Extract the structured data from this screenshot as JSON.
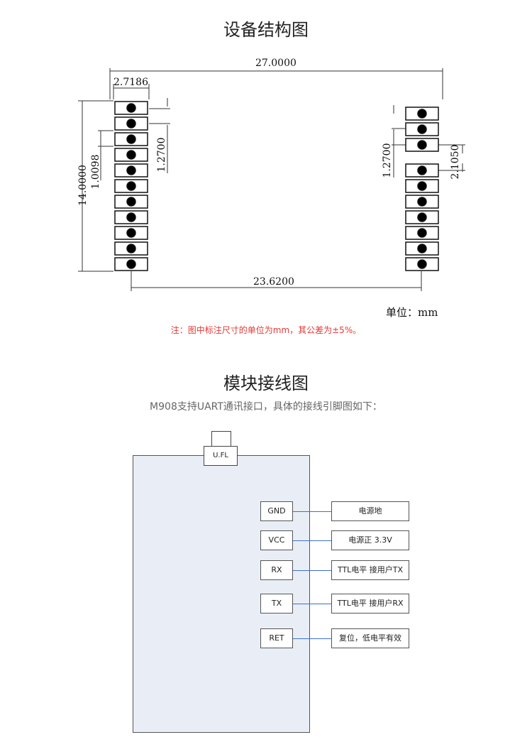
{
  "section1": {
    "title": "设备结构图"
  },
  "dimensions": {
    "width_top": "27.0000",
    "pin_offset": "2.7186",
    "height": "14.0000",
    "pitch_left": "1.0098",
    "pitch_mid": "1.2700",
    "pitch_right": "1.2700",
    "gap_right": "2.1050",
    "span_bottom": "23.6200"
  },
  "unit_label": "单位：mm",
  "note": "注：图中标注尺寸的单位为mm，其公差为±5%。",
  "section2": {
    "title": "模块接线图",
    "subtitle": "M908支持UART通讯接口，具体的接线引脚图如下："
  },
  "connector": {
    "label": "U.FL"
  },
  "pins": [
    {
      "name": "GND",
      "desc": "电源地"
    },
    {
      "name": "VCC",
      "desc": "电源正 3.3V"
    },
    {
      "name": "RX",
      "desc": "TTL电平 接用户TX"
    },
    {
      "name": "TX",
      "desc": "TTL电平 接用户RX"
    },
    {
      "name": "RET",
      "desc": "复位，低电平有效"
    }
  ],
  "colors": {
    "note": "#e53935",
    "wire": "#3f6fd0",
    "module_fill": "#e9eef6"
  }
}
